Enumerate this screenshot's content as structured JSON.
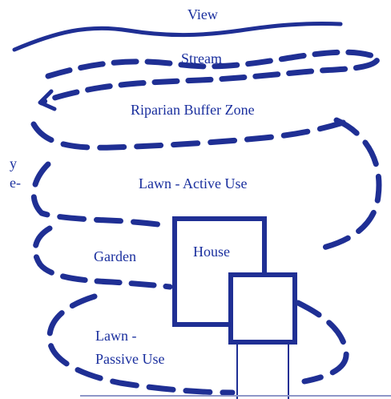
{
  "labels": {
    "view": "View",
    "stream": "Stream",
    "riparian": "Riparian Buffer Zone",
    "lawn_active": "Lawn - Active Use",
    "garden": "Garden",
    "house": "House",
    "lawn_passive_line1": "Lawn -",
    "lawn_passive_line2": "Passive Use",
    "cut_text_line1": "y",
    "cut_text_line2": "e-"
  },
  "colors": {
    "ink": "#1f2f94",
    "text": "#1a2f9e",
    "background": "#ffffff"
  }
}
